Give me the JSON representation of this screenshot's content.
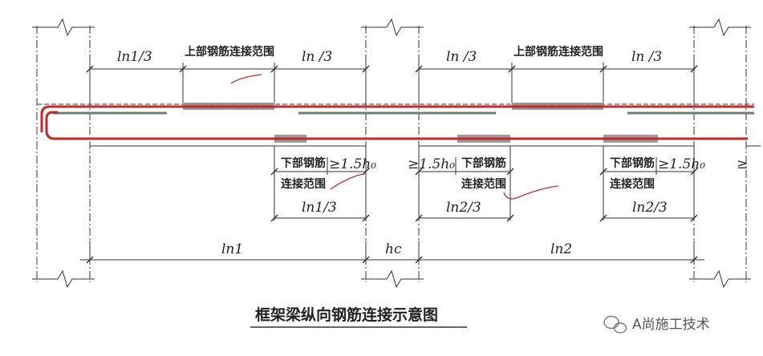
{
  "labels": {
    "top_left_ln13": "ln1/3",
    "top_range_1": "上部钢筋连接范围",
    "top_ln3_1": "ln /3",
    "top_ln3_2": "ln /3",
    "top_range_2": "上部钢筋连接范围",
    "top_ln3_3": "ln /3",
    "bottom_range_1a": "下部钢筋",
    "bottom_range_1b": "连接范围",
    "bottom_range_2a": "下部钢筋",
    "bottom_range_2b": "连接范围",
    "bottom_range_3a": "下部钢筋",
    "bottom_range_3b": "连接范围",
    "ge15_1": "≥1.5h₀",
    "ge15_2": "≥1.5h₀",
    "ge15_3": "≥1.5h₀",
    "ge_right": "≥",
    "dim_ln13": "ln1/3",
    "dim_ln23_1": "ln2/3",
    "dim_ln23_2": "ln2/3",
    "span_ln1": "ln1",
    "span_hc": "hc",
    "span_ln2": "ln2"
  },
  "title": "框架梁纵向钢筋连接示意图",
  "watermark": "A尚施工技术",
  "colors": {
    "rebar": "#c62828",
    "overlap": "#8a8a8a",
    "line": "#222222",
    "ink": "#c62828"
  }
}
